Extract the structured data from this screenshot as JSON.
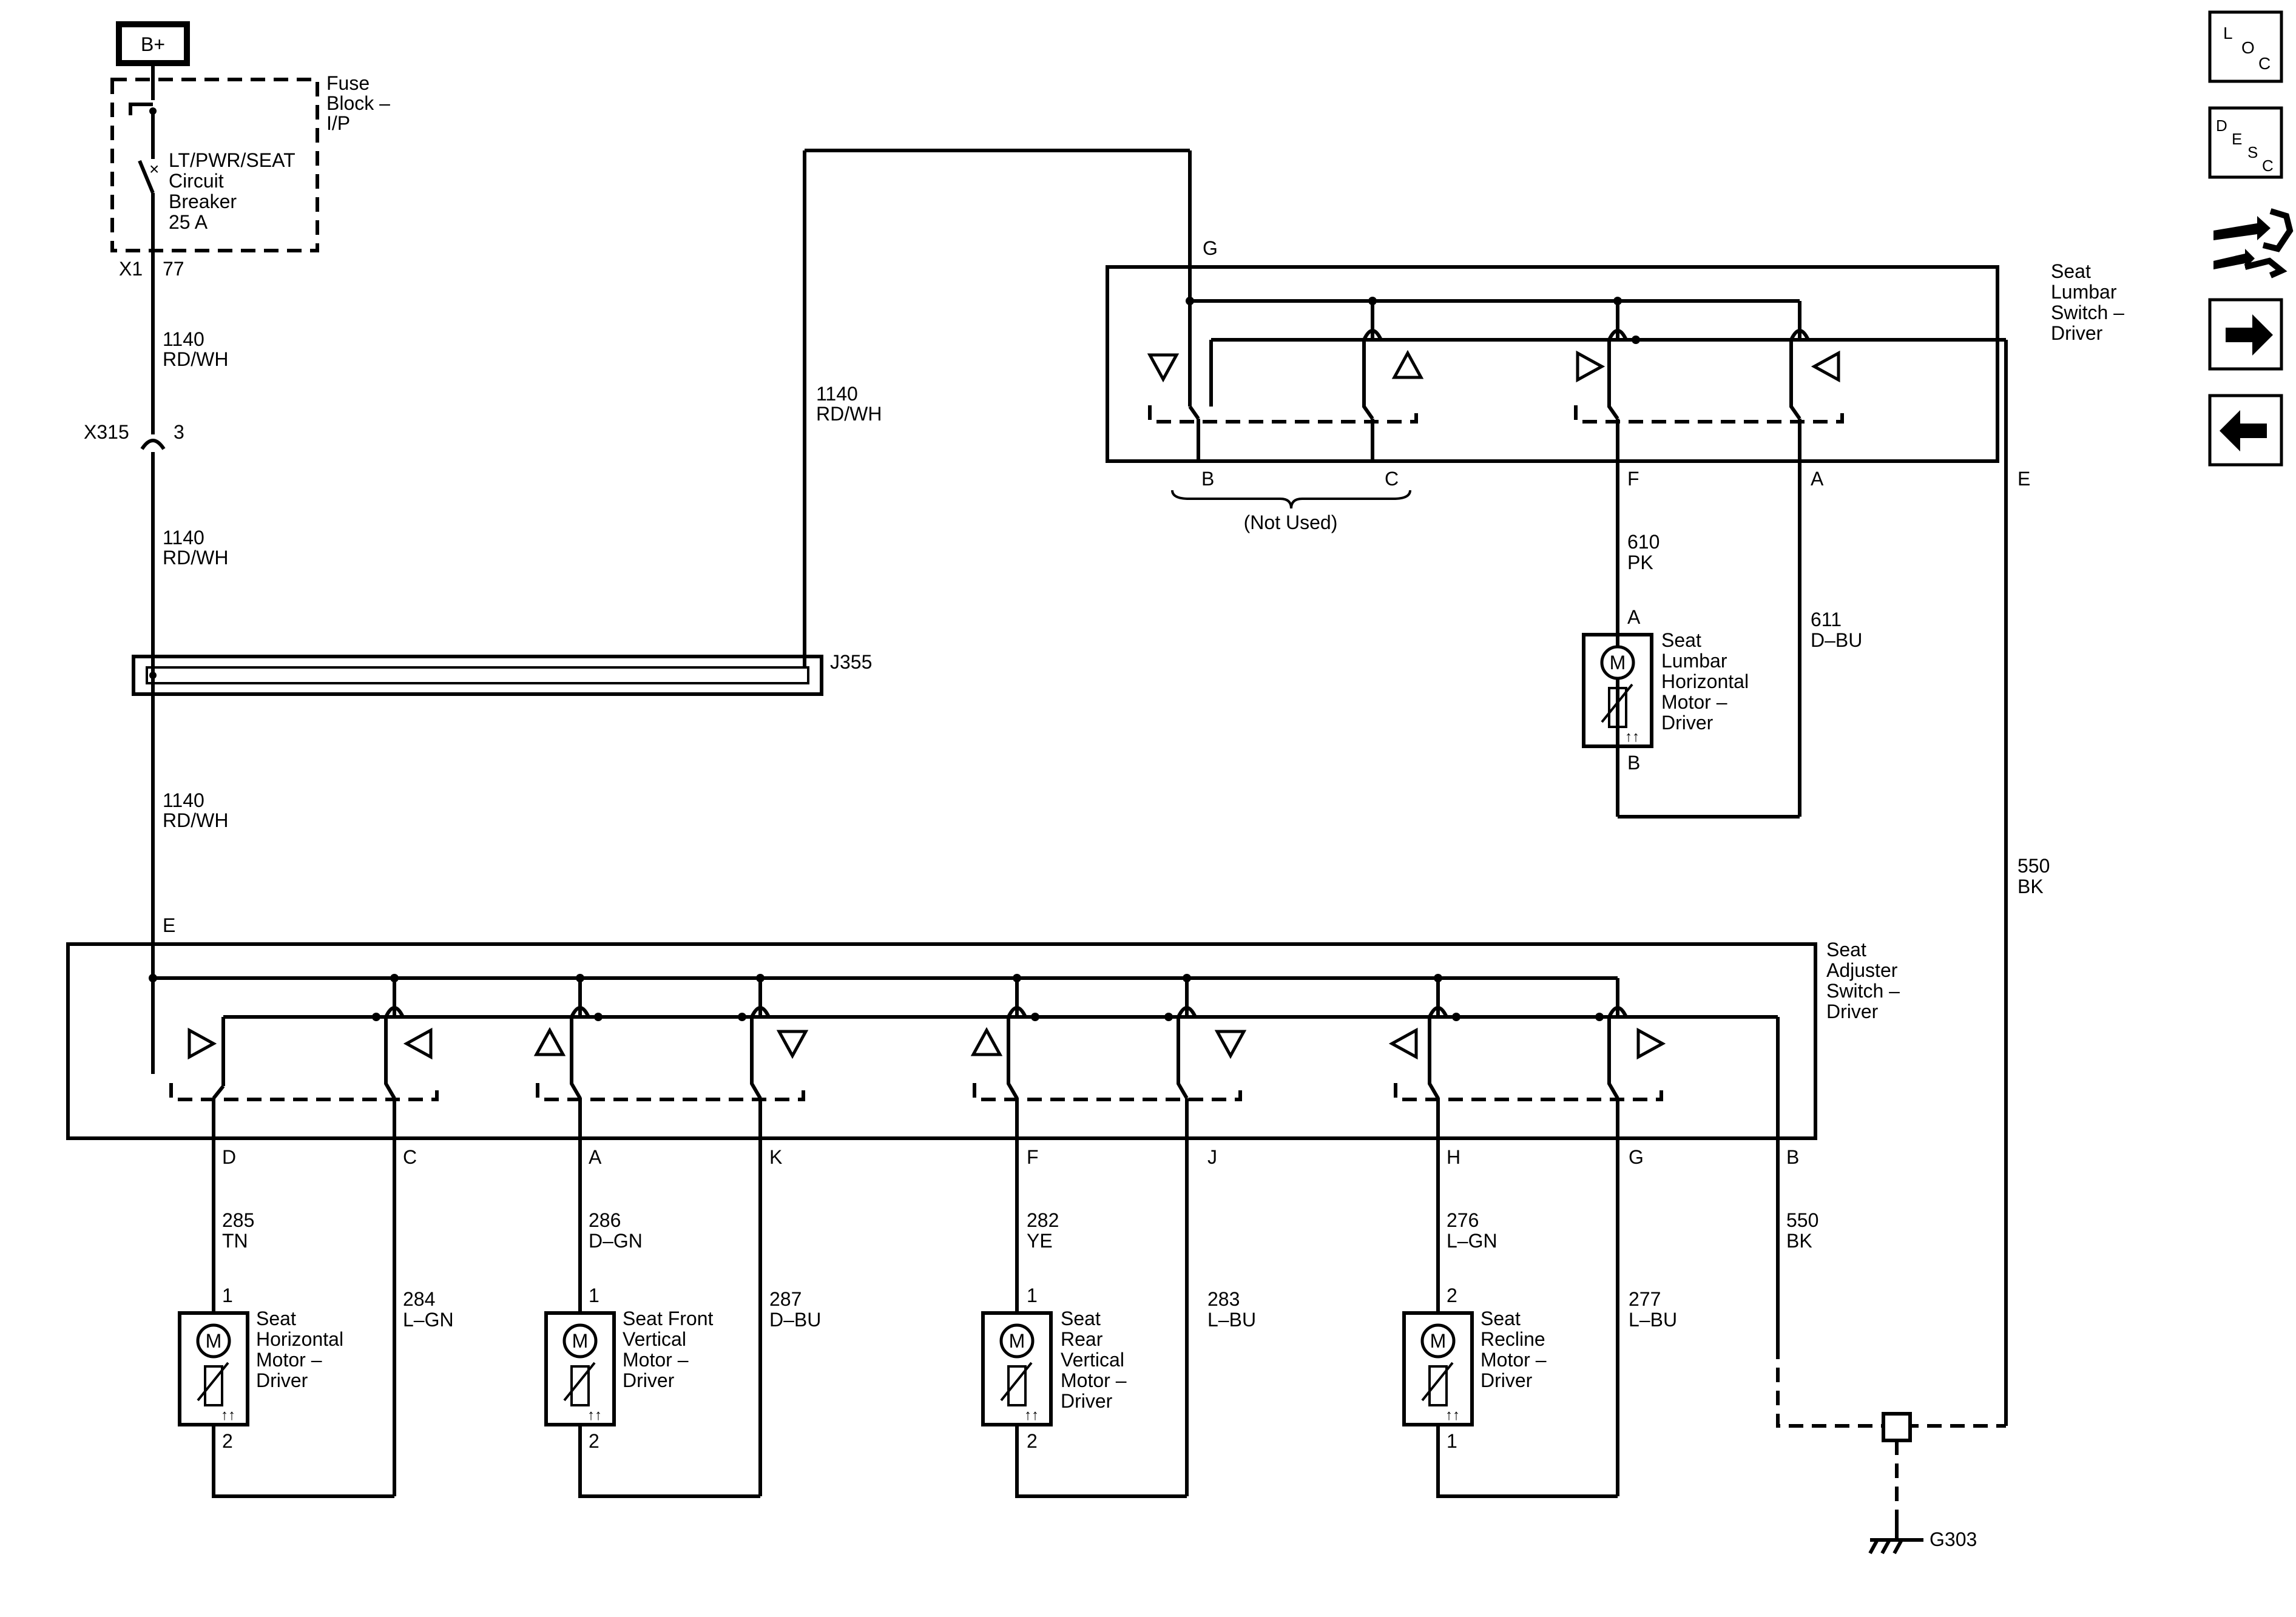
{
  "power": {
    "bplus": "B+"
  },
  "fuse_block": {
    "name_lines": [
      "Fuse",
      "Block –",
      "I/P"
    ],
    "breaker_lines": [
      "LT/PWR/SEAT",
      "Circuit",
      "Breaker",
      "25 A"
    ],
    "connector": "X1",
    "pin": "77"
  },
  "inline_connector": {
    "name": "X315",
    "pin": "3"
  },
  "splice": {
    "name": "J355"
  },
  "wires": {
    "w1140": {
      "circuit": "1140",
      "color": "RD/WH"
    },
    "w610": {
      "circuit": "610",
      "color": "PK"
    },
    "w611": {
      "circuit": "611",
      "color": "D–BU"
    },
    "w550": {
      "circuit": "550",
      "color": "BK"
    },
    "w285": {
      "circuit": "285",
      "color": "TN"
    },
    "w284": {
      "circuit": "284",
      "color": "L–GN"
    },
    "w286": {
      "circuit": "286",
      "color": "D–GN"
    },
    "w287": {
      "circuit": "287",
      "color": "D–BU"
    },
    "w282": {
      "circuit": "282",
      "color": "YE"
    },
    "w283": {
      "circuit": "283",
      "color": "L–BU"
    },
    "w276": {
      "circuit": "276",
      "color": "L–GN"
    },
    "w277": {
      "circuit": "277",
      "color": "L–BU"
    }
  },
  "lumbar_switch": {
    "name_lines": [
      "Seat",
      "Lumbar",
      "Switch –",
      "Driver"
    ],
    "pins": {
      "G": "G",
      "B": "B",
      "C": "C",
      "F": "F",
      "A": "A",
      "E": "E"
    },
    "not_used": "(Not Used)"
  },
  "lumbar_motor": {
    "name_lines": [
      "Seat",
      "Lumbar",
      "Horizontal",
      "Motor –",
      "Driver"
    ],
    "pin_top": "A",
    "pin_bottom": "B",
    "symbol": "M"
  },
  "adjuster_switch": {
    "name_lines": [
      "Seat",
      "Adjuster",
      "Switch –",
      "Driver"
    ],
    "pins": {
      "E": "E",
      "D": "D",
      "C": "C",
      "A": "A",
      "K": "K",
      "F": "F",
      "J": "J",
      "H": "H",
      "G": "G",
      "B": "B"
    }
  },
  "motors": [
    {
      "name_lines": [
        "Seat",
        "Horizontal",
        "Motor –",
        "Driver"
      ],
      "pin_top": "1",
      "pin_bottom": "2",
      "symbol": "M"
    },
    {
      "name_lines": [
        "Seat Front",
        "Vertical",
        "Motor –",
        "Driver"
      ],
      "pin_top": "1",
      "pin_bottom": "2",
      "symbol": "M"
    },
    {
      "name_lines": [
        "Seat",
        "Rear",
        "Vertical",
        "Motor –",
        "Driver"
      ],
      "pin_top": "1",
      "pin_bottom": "2",
      "symbol": "M"
    },
    {
      "name_lines": [
        "Seat",
        "Recline",
        "Motor –",
        "Driver"
      ],
      "pin_top": "2",
      "pin_bottom": "1",
      "symbol": "M"
    }
  ],
  "ground": {
    "name": "G303"
  },
  "side_nav": {
    "loc": [
      "L",
      "O",
      "C"
    ],
    "desc": [
      "D",
      "E",
      "S",
      "C"
    ],
    "connector_icon": "connector-wrench-icon",
    "next_icon": "arrow-right-icon",
    "prev_icon": "arrow-left-icon"
  }
}
